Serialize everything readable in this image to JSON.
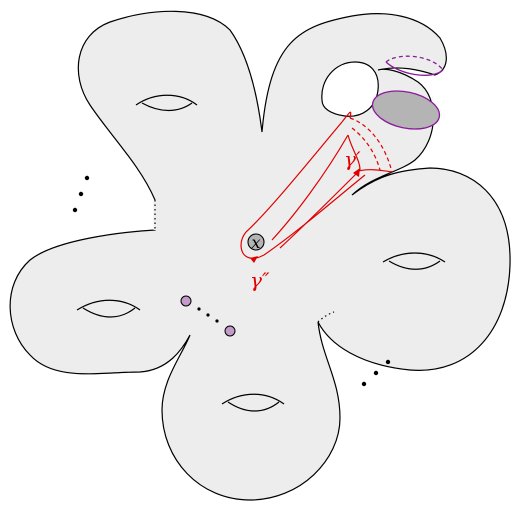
{
  "labels": {
    "basepoint": "x",
    "gamma_prime": "γ′",
    "gamma_double_prime": "γ″"
  },
  "colors": {
    "surface_fill": "#ededed",
    "outline": "#000000",
    "curve": "#e00000",
    "boundary": "#8a1b9a",
    "disk_fill": "#b4b4b4",
    "puncture_fill": "#c39bc9"
  },
  "icons": {
    "puncture": "purple-dot",
    "basepoint_disk": "grey-disk",
    "handle": "genus-handle"
  }
}
